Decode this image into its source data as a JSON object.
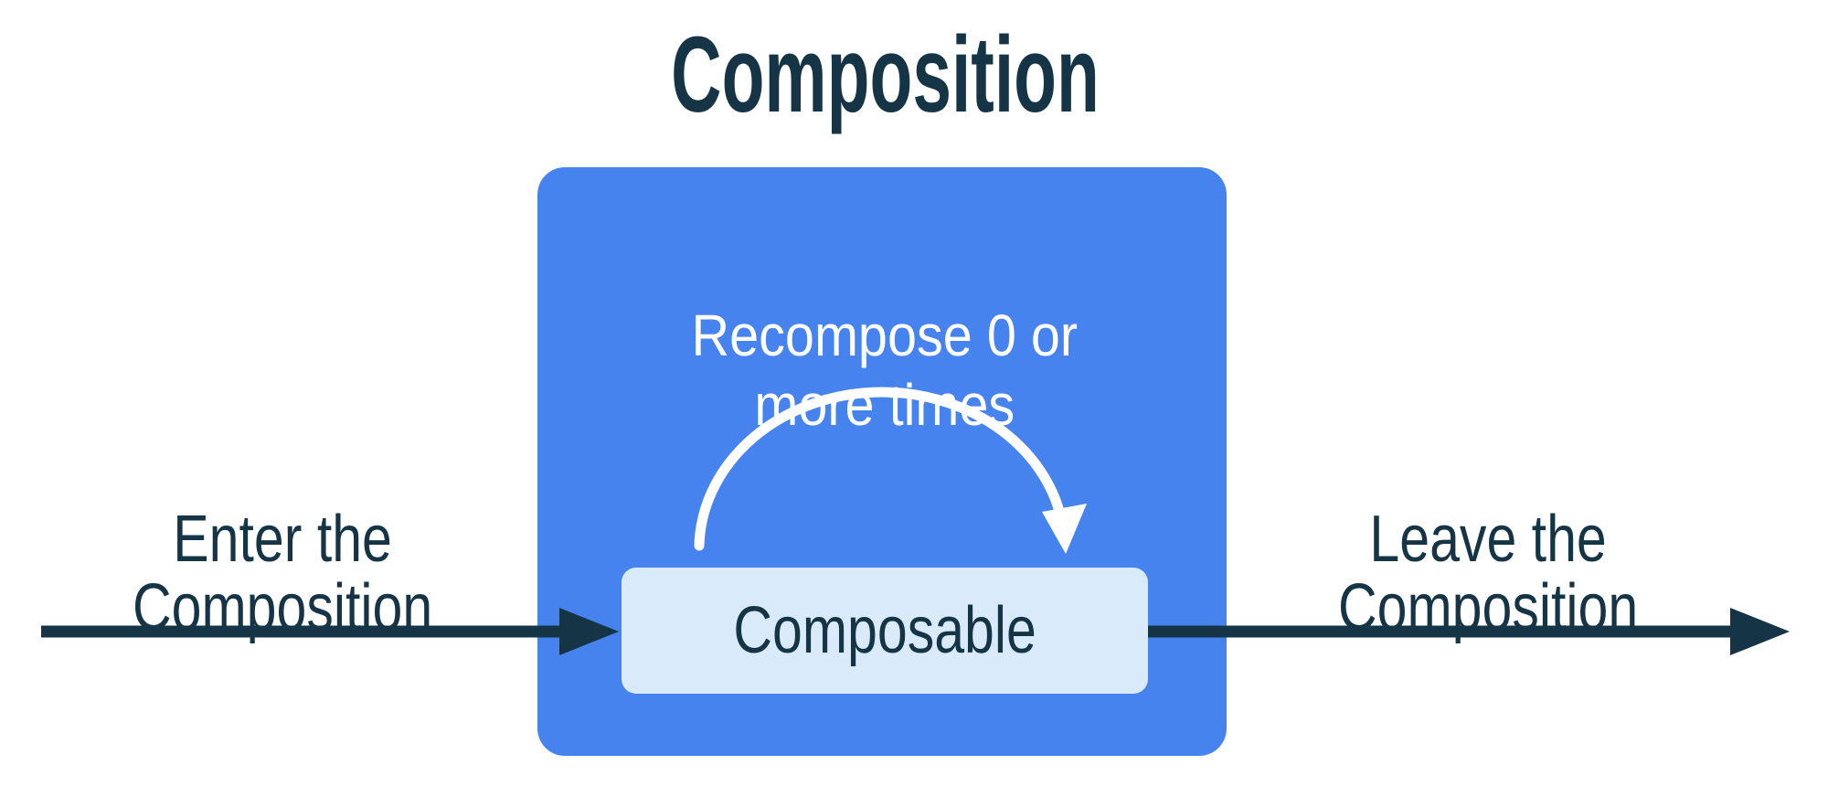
{
  "diagram": {
    "title": "Composition",
    "composition_box_label": "Recompose 0 or\nmore times",
    "composable_label": "Composable",
    "enter_label": "Enter the\nComposition",
    "leave_label": "Leave the\nComposition"
  },
  "colors": {
    "composition_box_blue": "#4683EF",
    "composable_box_light_blue": "#D9EAFB",
    "ink_navy": "#153546",
    "recompose_text_white": "#FFFFFF",
    "background": "#FFFFFF"
  },
  "icons": {
    "enter_arrow": "right-arrow",
    "leave_arrow": "right-arrow",
    "recompose_arrow": "clockwise-arc-arrow"
  }
}
